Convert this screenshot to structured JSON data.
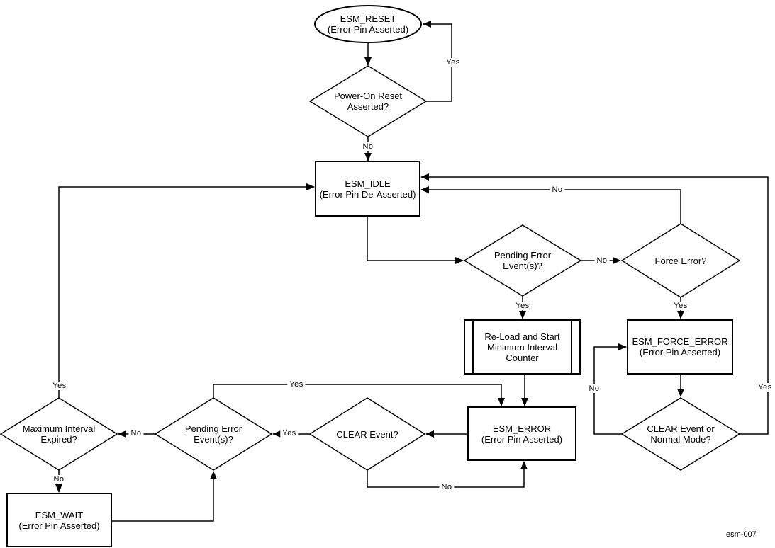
{
  "diagram": {
    "title": "ESM state machine flowchart",
    "figure_id": "esm-007",
    "colors": {
      "line": "#000000",
      "background": "#ffffff",
      "text": "#000000"
    },
    "nodes": {
      "esm_reset": {
        "line1": "ESM_RESET",
        "line2": "(Error Pin Asserted)"
      },
      "power_on_reset": {
        "line1": "Power-On Reset",
        "line2": "Asserted?"
      },
      "esm_idle": {
        "line1": "ESM_IDLE",
        "line2": "(Error Pin De-Asserted)"
      },
      "pending_error_1": {
        "line1": "Pending Error",
        "line2": "Event(s)?"
      },
      "force_error": {
        "line1": "Force Error?"
      },
      "reload_counter": {
        "line1": "Re-Load and Start",
        "line2": "Minimum Interval",
        "line3": "Counter"
      },
      "esm_force_error": {
        "line1": "ESM_FORCE_ERROR",
        "line2": "(Error Pin Asserted)"
      },
      "esm_error": {
        "line1": "ESM_ERROR",
        "line2": "(Error Pin Asserted)"
      },
      "clear_event": {
        "line1": "CLEAR Event?"
      },
      "clear_or_normal": {
        "line1": "CLEAR Event or",
        "line2": "Normal Mode?"
      },
      "pending_error_2": {
        "line1": "Pending Error",
        "line2": "Event(s)?"
      },
      "max_interval": {
        "line1": "Maximum Interval",
        "line2": "Expired?"
      },
      "esm_wait": {
        "line1": "ESM_WAIT",
        "line2": "(Error Pin Asserted)"
      }
    },
    "edge_labels": {
      "reset_yes": "Yes",
      "poweron_no": "No",
      "force_no": "No",
      "pending1_no": "No",
      "pending1_yes": "Yes",
      "force_yes": "Yes",
      "clearnormal_no": "No",
      "clearnormal_yes": "Yes",
      "max_yes": "Yes",
      "max_no": "No",
      "pending2_no": "No",
      "clearevent_yes": "Yes",
      "pending2_yes": "Yes",
      "clearevent_no": "No"
    }
  }
}
